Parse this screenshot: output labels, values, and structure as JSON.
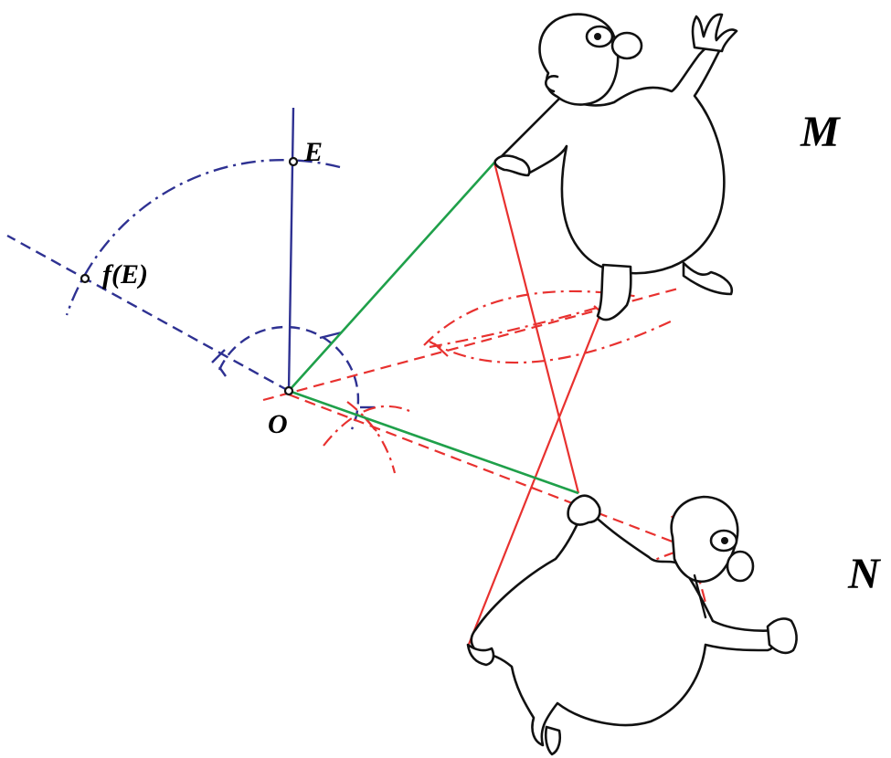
{
  "labels": {
    "point_e": "E",
    "point_fe": "f(E)",
    "center_o": "O",
    "figure_m": "M",
    "figure_n": "N"
  },
  "colors": {
    "construction_blue": "#2e3192",
    "construction_red": "#e8312f",
    "segment_green": "#1fa04a",
    "ink": "#111111"
  }
}
